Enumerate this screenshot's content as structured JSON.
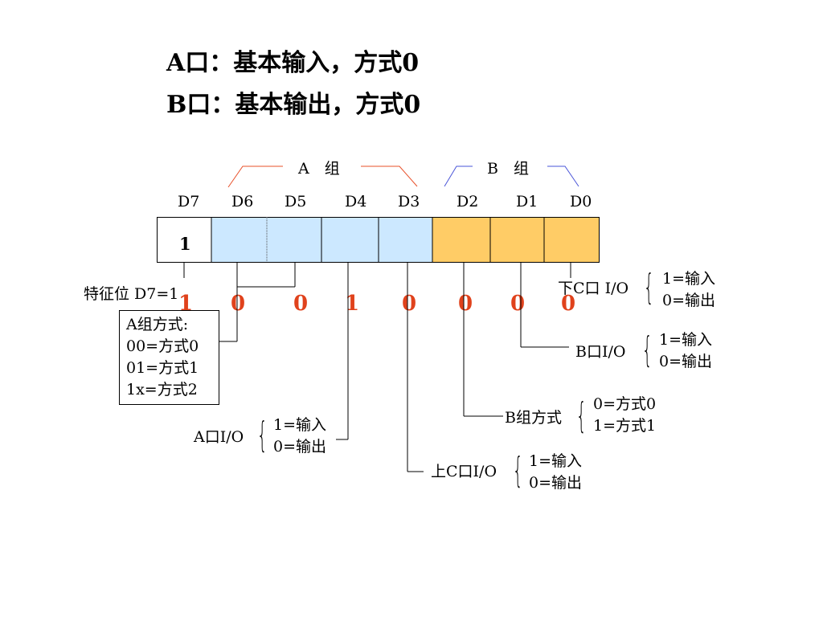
{
  "titles": {
    "line1": "A口：基本输入，方式0",
    "line2": "B口：基本输出，方式0"
  },
  "groups": {
    "a": "A　组",
    "b": "B　组"
  },
  "bits": [
    "D7",
    "D6",
    "D5",
    "D4",
    "D3",
    "D2",
    "D1",
    "D0"
  ],
  "register": {
    "d7_value": "1"
  },
  "values": [
    "1",
    "0",
    "0",
    "1",
    "0",
    "0",
    "0",
    "0"
  ],
  "feature_bit": "特征位 D7=1",
  "a_mode_box": {
    "title": "A组方式:",
    "lines": [
      "00=方式0",
      "01=方式1",
      "1x=方式2"
    ]
  },
  "annotations": {
    "lower_c": {
      "label": "下C口 I/O",
      "opt1": "1=输入",
      "opt2": "0=输出"
    },
    "port_b": {
      "label": "B口I/O",
      "opt1": "1=输入",
      "opt2": "0=输出"
    },
    "b_mode": {
      "label": "B组方式",
      "opt1": "0=方式0",
      "opt2": "1=方式1"
    },
    "port_a": {
      "label": "A口I/O",
      "opt1": "1=输入",
      "opt2": "0=输出"
    },
    "upper_c": {
      "label": "上C口I/O",
      "opt1": "1=输入",
      "opt2": "0=输出"
    }
  },
  "colors": {
    "group_a_fill": "#cce8ff",
    "group_b_fill": "#ffcc66",
    "value_red": "#e0421c",
    "group_a_line": "#e8502a",
    "group_b_line": "#4a55d8"
  }
}
